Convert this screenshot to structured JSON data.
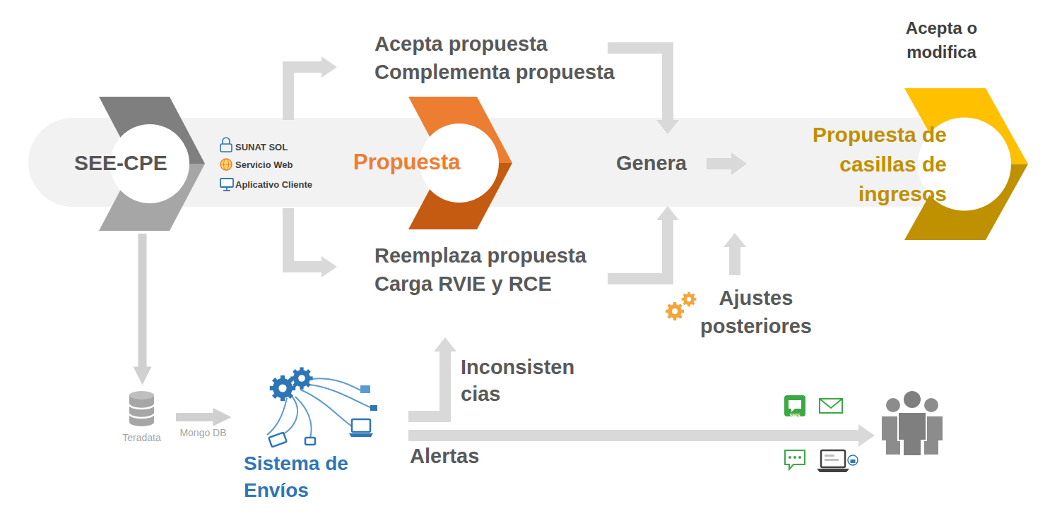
{
  "diagram": {
    "nodes": [
      {
        "text": [
          "SEE-CPE"
        ]
      },
      {
        "text": [
          "Propuesta"
        ]
      },
      {
        "text": [
          "Acepta o modifica",
          "Propuesta de casillas de ingresos"
        ]
      },
      {
        "text": [
          "Teradata"
        ]
      },
      {
        "text": [
          "Sistema de Envíos"
        ]
      }
    ],
    "edges": [
      {
        "from": 0,
        "to": 3,
        "arrow": "to"
      },
      {
        "from": 3,
        "to": 4,
        "label": "Mongo DB",
        "arrow": "to"
      }
    ],
    "labels": [
      "SUNAT SOL",
      "Servicio Web",
      "Aplicativo Cliente",
      "Acepta propuesta Complementa propuesta",
      "Genera",
      "Reemplaza propuesta Carga RVIE y RCE",
      "Ajustes posteriores",
      "Inconsisten cias",
      "Alertas",
      "SMS"
    ]
  }
}
